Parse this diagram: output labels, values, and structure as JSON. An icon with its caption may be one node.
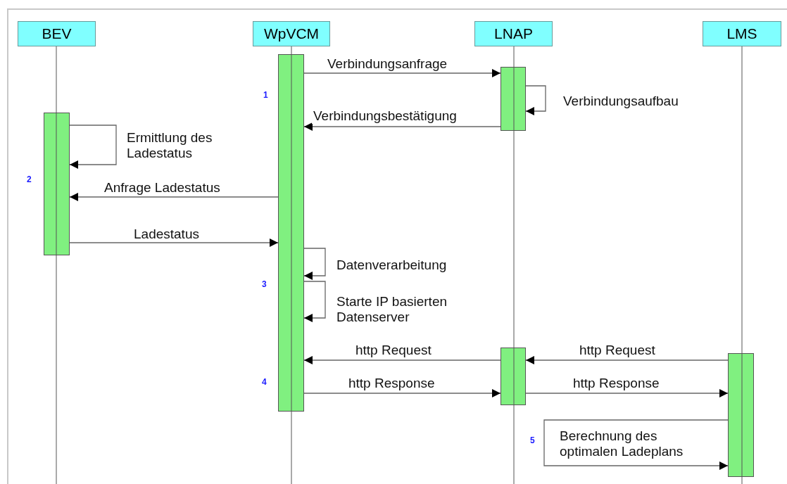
{
  "diagram": {
    "nodes": [
      {
        "text": [
          "BEV"
        ]
      },
      {
        "text": [
          "WpVCM"
        ]
      },
      {
        "text": [
          "LNAP"
        ]
      },
      {
        "text": [
          "LMS"
        ]
      },
      {
        "text": [],
        "shape": "bar"
      },
      {
        "text": [],
        "shape": "bar"
      },
      {
        "text": [],
        "shape": "bar"
      },
      {
        "text": [],
        "shape": "bar"
      },
      {
        "text": [],
        "shape": "bar"
      }
    ],
    "edges": [
      {
        "from": 5,
        "to": 6,
        "arrow": "to",
        "label": "Verbindungsanfrage"
      },
      {
        "from": 6,
        "to": 6,
        "arrow": "to",
        "label": "Verbindungsaufbau"
      },
      {
        "from": 6,
        "to": 5,
        "arrow": "to",
        "label": "Verbindungsbestätigung"
      },
      {
        "from": 4,
        "to": 4,
        "arrow": "to",
        "label": "Ermittlung des Ladestatus"
      },
      {
        "from": 5,
        "to": 4,
        "arrow": "to",
        "label": "Anfrage Ladestatus"
      },
      {
        "from": 4,
        "to": 5,
        "arrow": "to",
        "label": "Ladestatus"
      },
      {
        "from": 5,
        "to": 5,
        "arrow": "to",
        "label": "Datenverarbeitung"
      },
      {
        "from": 5,
        "to": 5,
        "arrow": "to",
        "label": "Starte IP basierten Datenserver"
      },
      {
        "from": 7,
        "to": 5,
        "arrow": "to",
        "label": "http Request"
      },
      {
        "from": 8,
        "to": 7,
        "arrow": "to",
        "label": "http Request"
      },
      {
        "from": 5,
        "to": 7,
        "arrow": "to",
        "label": "http Response"
      },
      {
        "from": 7,
        "to": 8,
        "arrow": "to",
        "label": "http Response"
      },
      {
        "from": 8,
        "to": 8,
        "arrow": "to",
        "label": "Berechnung des optimalen Ladeplans"
      }
    ],
    "labels": [
      "1",
      "2",
      "3",
      "4",
      "5"
    ]
  }
}
